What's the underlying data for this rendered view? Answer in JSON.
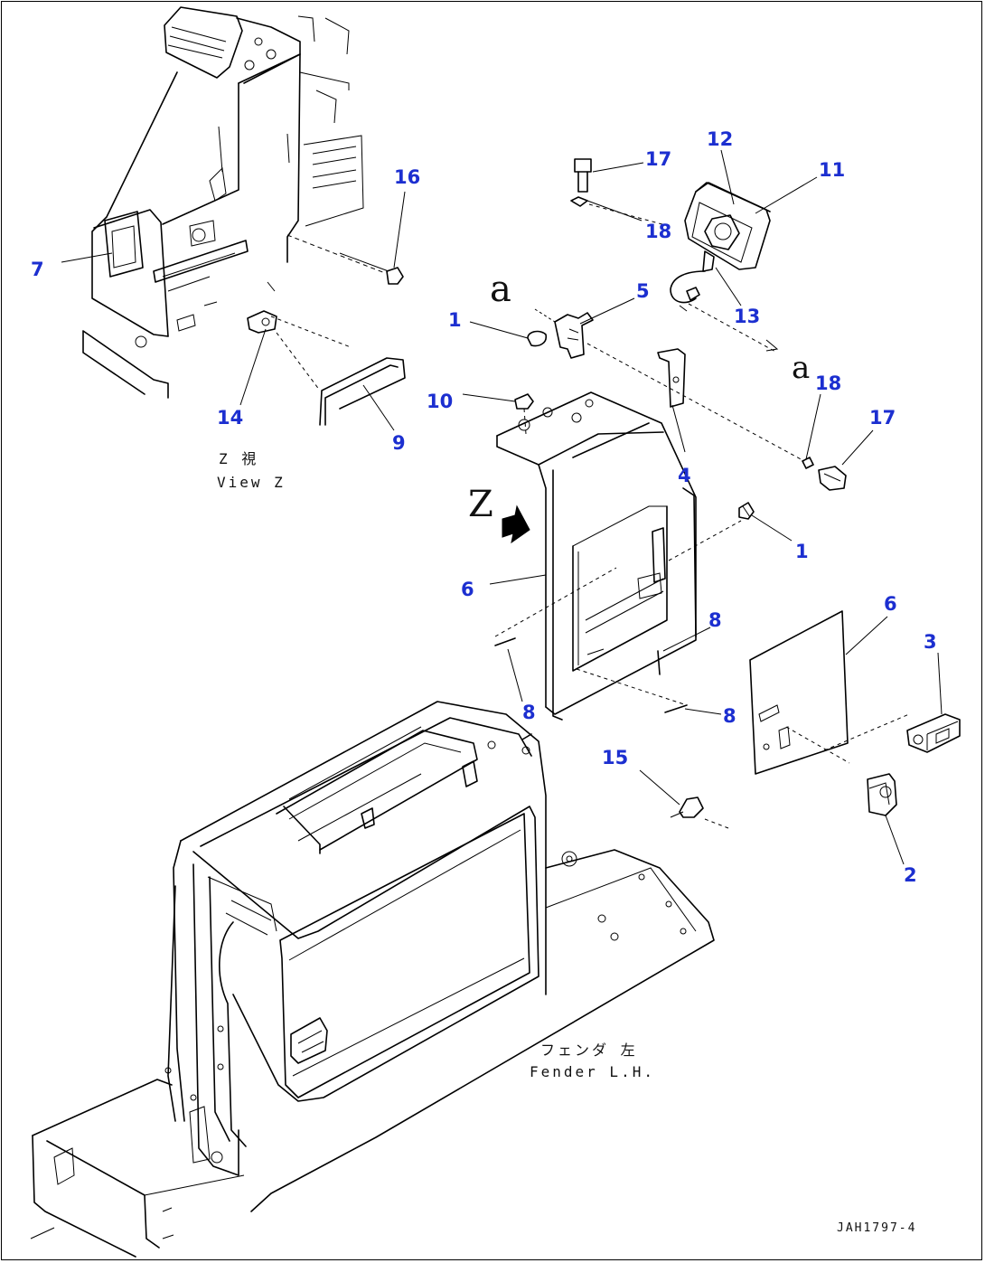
{
  "callouts": [
    {
      "id": "c7",
      "text": "7"
    },
    {
      "id": "c16",
      "text": "16"
    },
    {
      "id": "c14",
      "text": "14"
    },
    {
      "id": "c9",
      "text": "9"
    },
    {
      "id": "c17a",
      "text": "17"
    },
    {
      "id": "c12",
      "text": "12"
    },
    {
      "id": "c11",
      "text": "11"
    },
    {
      "id": "c18a",
      "text": "18"
    },
    {
      "id": "c5",
      "text": "5"
    },
    {
      "id": "c1a",
      "text": "1"
    },
    {
      "id": "c13",
      "text": "13"
    },
    {
      "id": "c10",
      "text": "10"
    },
    {
      "id": "c18b",
      "text": "18"
    },
    {
      "id": "c17b",
      "text": "17"
    },
    {
      "id": "c4",
      "text": "4"
    },
    {
      "id": "c1b",
      "text": "1"
    },
    {
      "id": "c6a",
      "text": "6"
    },
    {
      "id": "c8a",
      "text": "8"
    },
    {
      "id": "c6b",
      "text": "6"
    },
    {
      "id": "c3",
      "text": "3"
    },
    {
      "id": "c8b",
      "text": "8"
    },
    {
      "id": "c8c",
      "text": "8"
    },
    {
      "id": "c15",
      "text": "15"
    },
    {
      "id": "c2",
      "text": "2"
    }
  ],
  "labels": {
    "ref_a_top": "a",
    "ref_a_right": "a",
    "view_arrow": "Z",
    "view_caption_jp": "Z  視",
    "view_caption_en": "View Z",
    "fender_jp": "フェンダ 左",
    "fender_en": "Fender L.H.",
    "drawing_code": "JAH1797-4"
  },
  "colors": {
    "callout": "#1c2fd0",
    "line": "#000000",
    "background": "#ffffff"
  }
}
